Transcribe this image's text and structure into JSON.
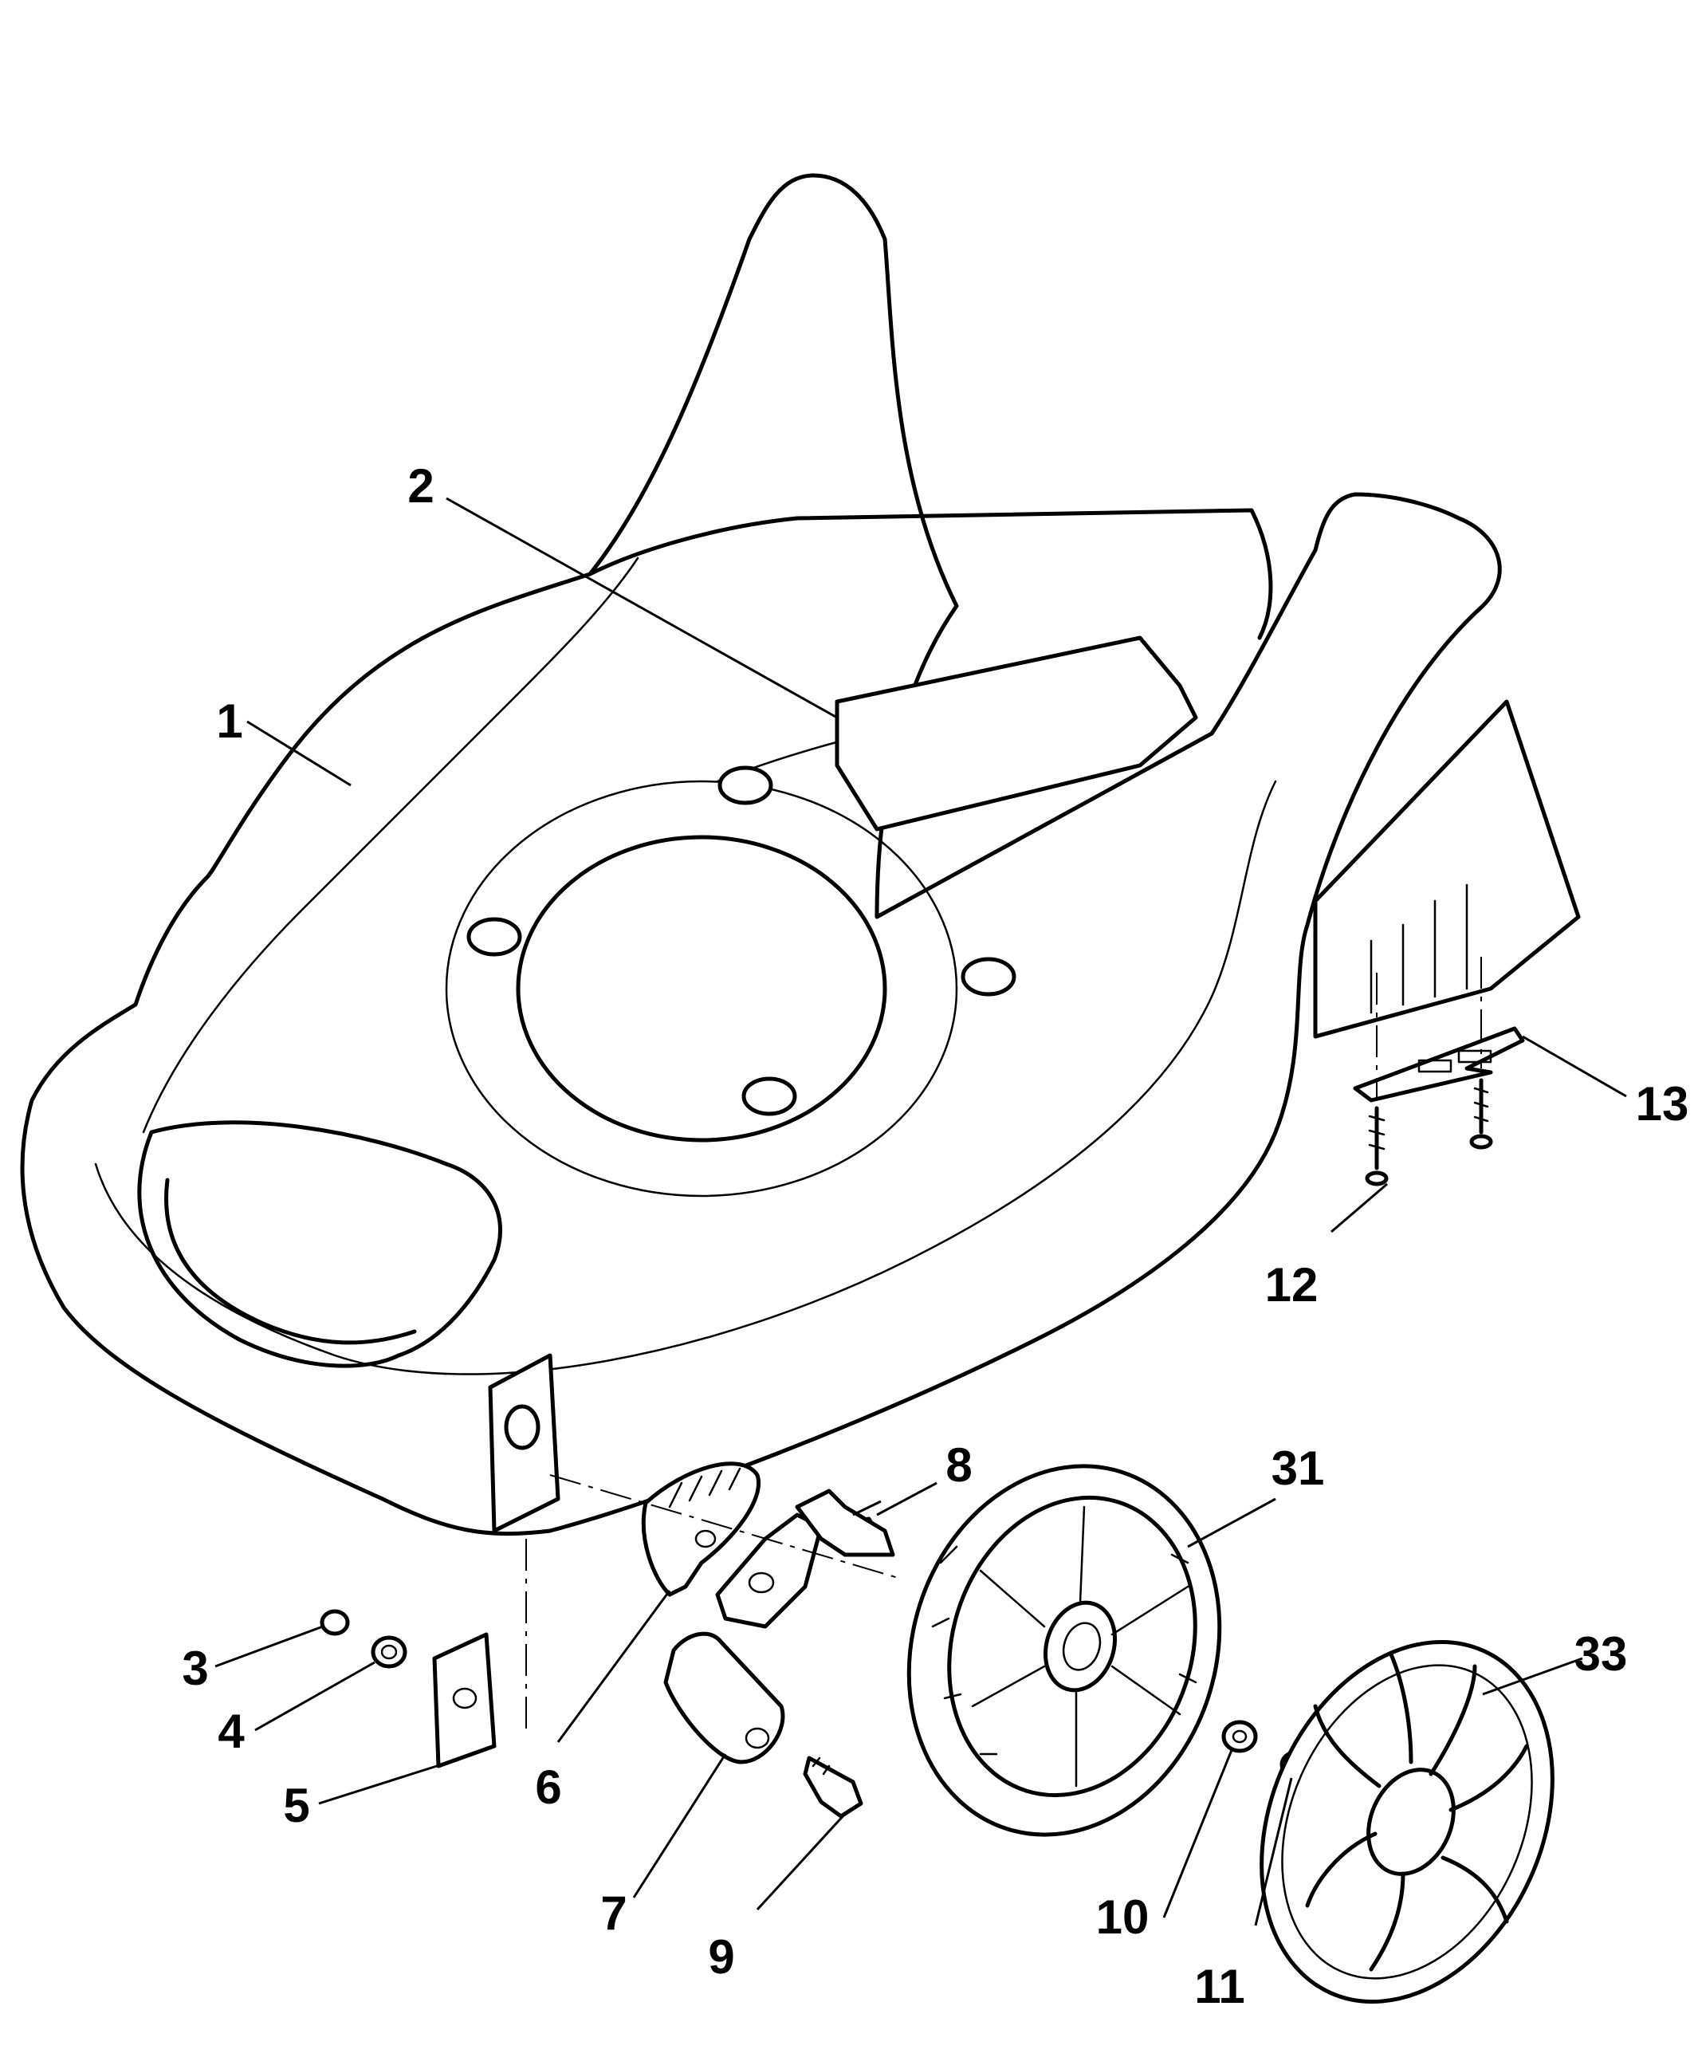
{
  "callouts": [
    {
      "id": "1",
      "label": "1"
    },
    {
      "id": "2",
      "label": "2"
    },
    {
      "id": "3",
      "label": "3"
    },
    {
      "id": "4",
      "label": "4"
    },
    {
      "id": "5",
      "label": "5"
    },
    {
      "id": "6",
      "label": "6"
    },
    {
      "id": "7",
      "label": "7"
    },
    {
      "id": "8",
      "label": "8"
    },
    {
      "id": "9",
      "label": "9"
    },
    {
      "id": "10",
      "label": "10"
    },
    {
      "id": "11",
      "label": "11"
    },
    {
      "id": "12",
      "label": "12"
    },
    {
      "id": "13",
      "label": "13"
    },
    {
      "id": "31",
      "label": "31"
    },
    {
      "id": "33",
      "label": "33"
    }
  ]
}
